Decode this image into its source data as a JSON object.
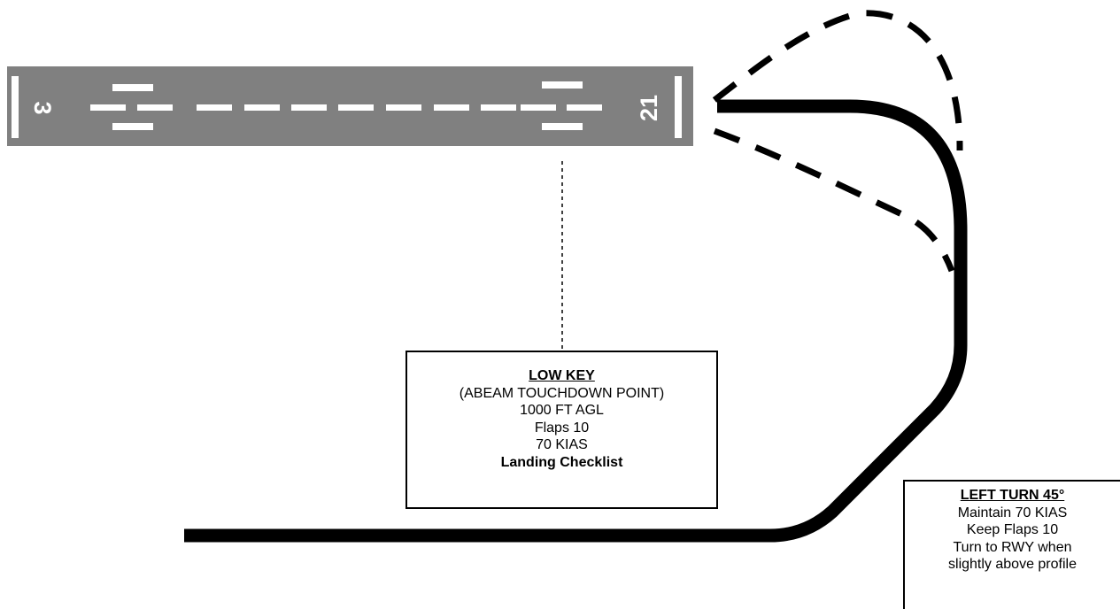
{
  "runway": {
    "left_number": "3",
    "right_number": "21"
  },
  "low_key": {
    "title": "LOW KEY",
    "lines": [
      "(ABEAM TOUCHDOWN POINT)",
      "1000 FT AGL",
      "Flaps 10",
      "70 KIAS"
    ],
    "checklist": "Landing Checklist"
  },
  "left_turn": {
    "title": "LEFT TURN 45°",
    "lines": [
      "Maintain 70 KIAS",
      "Keep Flaps 10",
      "Turn to RWY when",
      "slightly above profile"
    ]
  },
  "colors": {
    "runway_fill": "#808080",
    "runway_markings": "#ffffff",
    "flight_path": "#000000"
  }
}
